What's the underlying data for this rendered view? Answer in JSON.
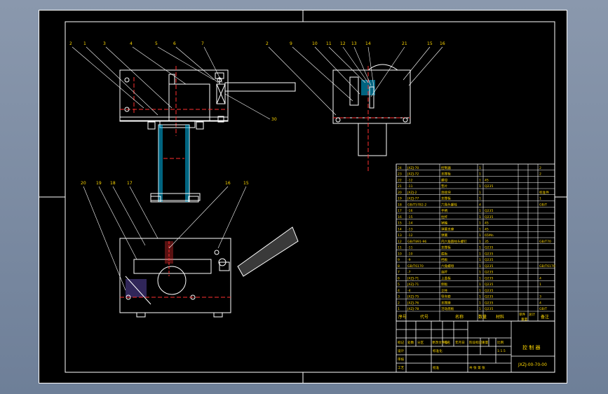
{
  "drawing": {
    "title": "控 制 器",
    "code": "JXZJ-00-70-00",
    "scale": "1:1.5",
    "balloons_left_top": [
      "2",
      "1",
      "3",
      "4",
      "5",
      "6",
      "7"
    ],
    "balloons_left_top_side": "30",
    "balloons_right_top": [
      "2",
      "9",
      "10",
      "11",
      "12",
      "13",
      "14",
      "21",
      "15",
      "16"
    ],
    "balloons_left_bottom": [
      "20",
      "19",
      "18",
      "17",
      "16",
      "15"
    ]
  },
  "bom_header": {
    "seq": "序号",
    "code": "代号",
    "name": "名称",
    "qty": "数量",
    "material": "材料",
    "unit_weight": "单件",
    "total_weight": "总计",
    "weight": "重量",
    "remark": "备注"
  },
  "bom_rows": [
    {
      "seq": "24",
      "code": "JXZJ-70",
      "name": "控制器",
      "qty": "1",
      "mat": "",
      "rem": "2"
    },
    {
      "seq": "23",
      "code": "JXZJ-72",
      "name": "支撑板",
      "qty": "1",
      "mat": "",
      "rem": "2"
    },
    {
      "seq": "22",
      "code": "-12",
      "name": "螺母",
      "qty": "1",
      "mat": "45",
      "rem": ""
    },
    {
      "seq": "21",
      "code": "-11",
      "name": "垫片",
      "qty": "1",
      "mat": "Q235",
      "rem": ""
    },
    {
      "seq": "20",
      "code": "JXZJ-2",
      "name": "连接块",
      "qty": "1",
      "mat": "",
      "rem": "标准件"
    },
    {
      "seq": "19",
      "code": "JXZJ-77",
      "name": "支撑板",
      "qty": "1",
      "mat": "",
      "rem": "1"
    },
    {
      "seq": "18",
      "code": "GB/T5782-2",
      "name": "六角头螺栓",
      "qty": "4",
      "mat": "",
      "rem": "GB/T"
    },
    {
      "seq": "17",
      "code": "-16",
      "name": "手柄",
      "qty": "1",
      "mat": "Q235",
      "rem": ""
    },
    {
      "seq": "16",
      "code": "-15",
      "name": "拉杆",
      "qty": "1",
      "mat": "Q235",
      "rem": ""
    },
    {
      "seq": "15",
      "code": "-14",
      "name": "销轴",
      "qty": "1",
      "mat": "45",
      "rem": ""
    },
    {
      "seq": "14",
      "code": "-13",
      "name": "弹簧支座",
      "qty": "1",
      "mat": "45",
      "rem": ""
    },
    {
      "seq": "13",
      "code": "-12",
      "name": "弹簧",
      "qty": "1",
      "mat": "65Mn",
      "rem": ""
    },
    {
      "seq": "12",
      "code": "GB/T891-96",
      "name": "内六角圆柱头螺钉",
      "qty": "1",
      "mat": "35",
      "rem": "GB/T70"
    },
    {
      "seq": "11",
      "code": "-11",
      "name": "支撑板",
      "qty": "1",
      "mat": "Q235",
      "rem": ""
    },
    {
      "seq": "10",
      "code": "-10",
      "name": "底板",
      "qty": "1",
      "mat": "Q235",
      "rem": ""
    },
    {
      "seq": "9",
      "code": "-9",
      "name": "挡板",
      "qty": "1",
      "mat": "Q235",
      "rem": ""
    },
    {
      "seq": "8",
      "code": "GB/T6170",
      "name": "六角螺母",
      "qty": "1",
      "mat": "Q235",
      "rem": "GB/T6170"
    },
    {
      "seq": "7",
      "code": "-7",
      "name": "连杆",
      "qty": "1",
      "mat": "Q235",
      "rem": ""
    },
    {
      "seq": "6",
      "code": "JXZJ-71",
      "name": "上盖板",
      "qty": "1",
      "mat": "Q235",
      "rem": "4"
    },
    {
      "seq": "5",
      "code": "JXZJ-71",
      "name": "侧板",
      "qty": "1",
      "mat": "Q235",
      "rem": "1"
    },
    {
      "seq": "4",
      "code": "-4",
      "name": "立柱",
      "qty": "1",
      "mat": "Q235",
      "rem": ""
    },
    {
      "seq": "3",
      "code": "JXZJ-75",
      "name": "导向套",
      "qty": "1",
      "mat": "Q235",
      "rem": "3"
    },
    {
      "seq": "2",
      "code": "JXZJ-76",
      "name": "支撑座",
      "qty": "1",
      "mat": "Q235",
      "rem": "4"
    },
    {
      "seq": "1",
      "code": "JXZJ-78",
      "name": "活动底板",
      "qty": "1",
      "mat": "Q235",
      "rem": "GB/T"
    }
  ],
  "title_block": {
    "design": "设计",
    "check": "审核",
    "process": "工艺",
    "approve": "批准",
    "standard": "标准化",
    "date": "日期",
    "stage": "阶段标记",
    "weight": "重量",
    "ratio": "比例",
    "sheets": "共 张 第 张",
    "marks": "标记",
    "count": "处数",
    "zone": "分区",
    "change_doc": "更改文件号",
    "sign": "签名",
    "ymd": "年月日"
  },
  "colors": {
    "bg": "#000000",
    "line": "#ffffff",
    "center": "#ff3030",
    "hidden": "#ffd800",
    "section": "#00c8ff",
    "accent": "#00e060",
    "fill": "#3a3a3a"
  }
}
